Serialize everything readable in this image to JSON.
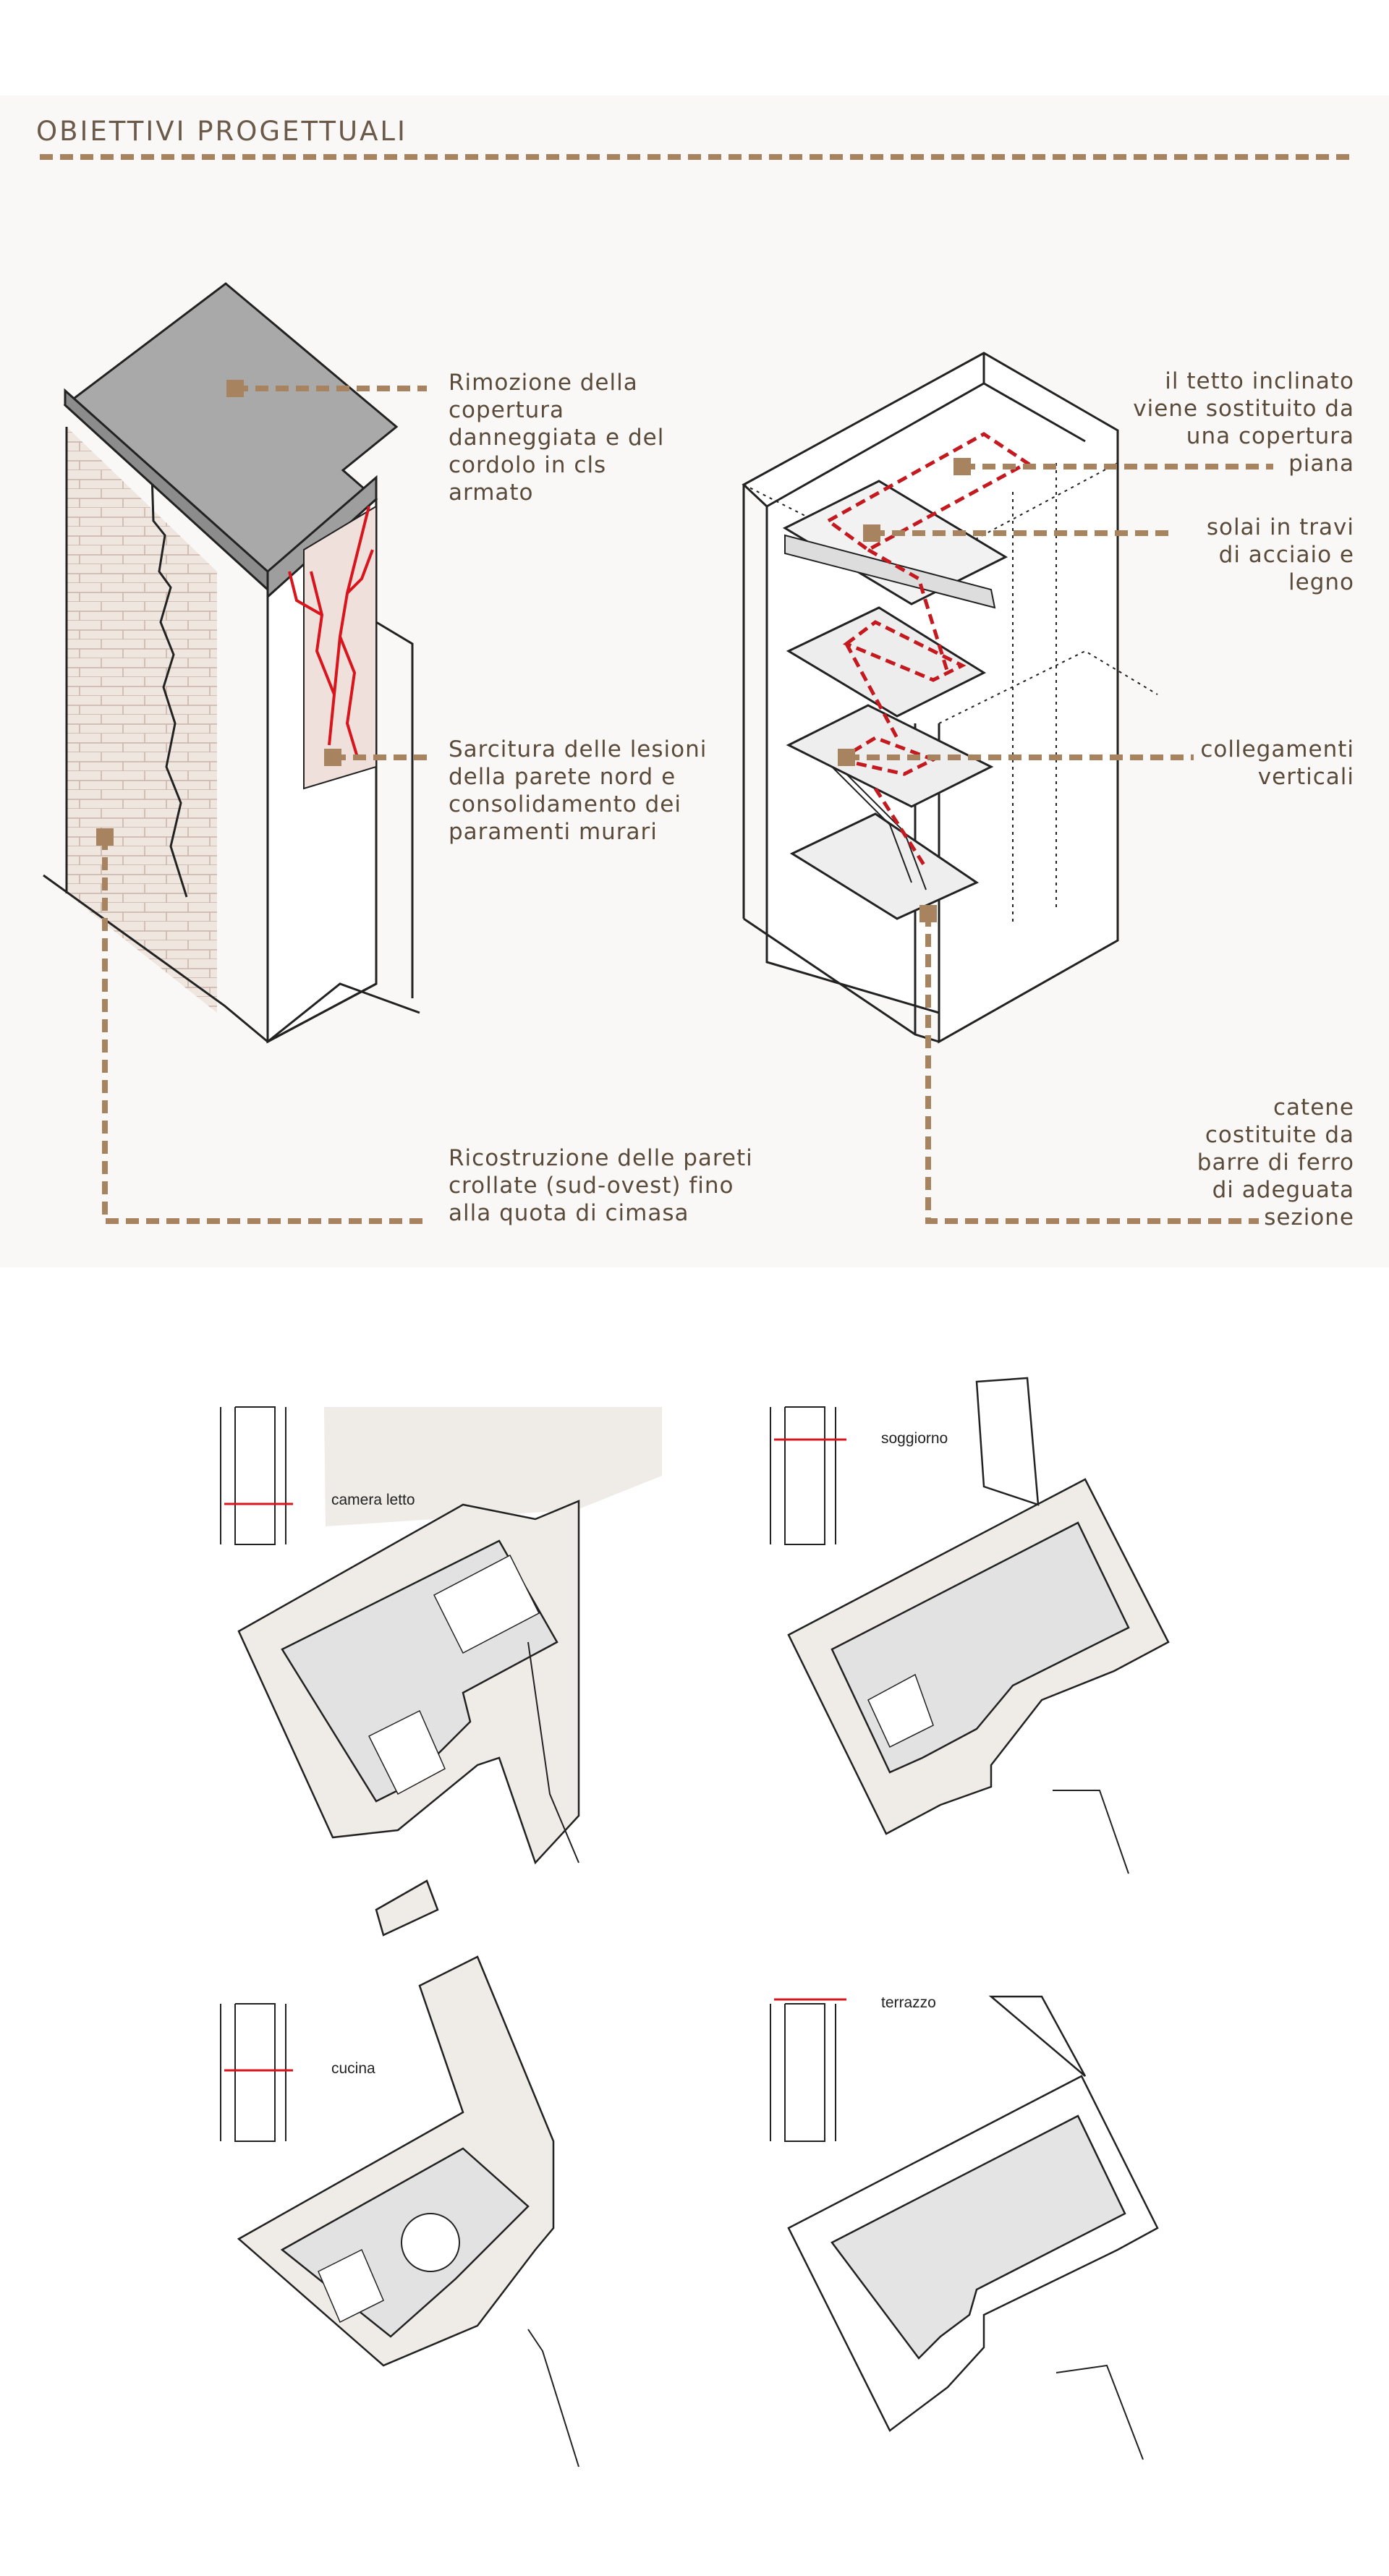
{
  "header": {
    "title": "OBIETTIVI PROGETTUALI"
  },
  "annotations": {
    "roof_removal": "Rimozione della\ncopertura\ndanneggiata e del\ncordolo in cls\narmato",
    "crack_repair": "Sarcitura delle lesioni\ndella parete nord    e\nconsolidamento dei\nparamenti murari",
    "wall_rebuild": "Ricostruzione delle pareti\ncrollate (sud-ovest) fino\nalla quota di cimasa",
    "flat_roof": "il tetto inclinato\nviene sostituito da\nuna copertura\npiana",
    "floors": "solai in travi\ndi acciaio e\nlegno",
    "vertical_links": "collegamenti\nverticali",
    "ties": "catene\ncostituite da\nbarre di ferro\ndi adeguata\nsezione"
  },
  "plans": {
    "bedroom": "camera  letto",
    "living": "soggiorno",
    "kitchen": "cucina",
    "terrace": "terrazzo"
  },
  "colors": {
    "accent": "#a88360",
    "crack": "#d8141c",
    "dashed_red": "#c41a1f",
    "panel": "#faf8f6"
  }
}
